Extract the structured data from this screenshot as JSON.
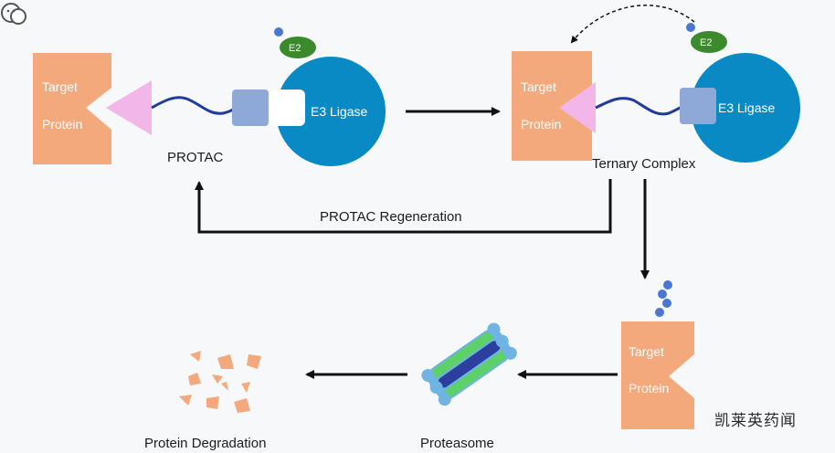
{
  "diagram": {
    "nodes": {
      "target_protein": {
        "line1": "Target",
        "line2": "Protein"
      },
      "e3_ligase": "E3 Ligase",
      "e2": "E2",
      "protac": "PROTAC",
      "ternary_complex": "Ternary Complex",
      "proteasome": "Proteasome",
      "protein_degradation": "Protein Degradation"
    },
    "edges": {
      "protac_regeneration": "PROTAC Regeneration"
    },
    "watermark": "凯莱英药闻",
    "colors": {
      "target_protein": "#f4a97d",
      "e3_ligase": "#0a8ac4",
      "e2": "#3c8a2e",
      "protac_warhead": "#f2b6e8",
      "protac_anchor": "#8ea8d8",
      "ubiquitin": "#4a78d0",
      "arrow": "#111111"
    }
  }
}
